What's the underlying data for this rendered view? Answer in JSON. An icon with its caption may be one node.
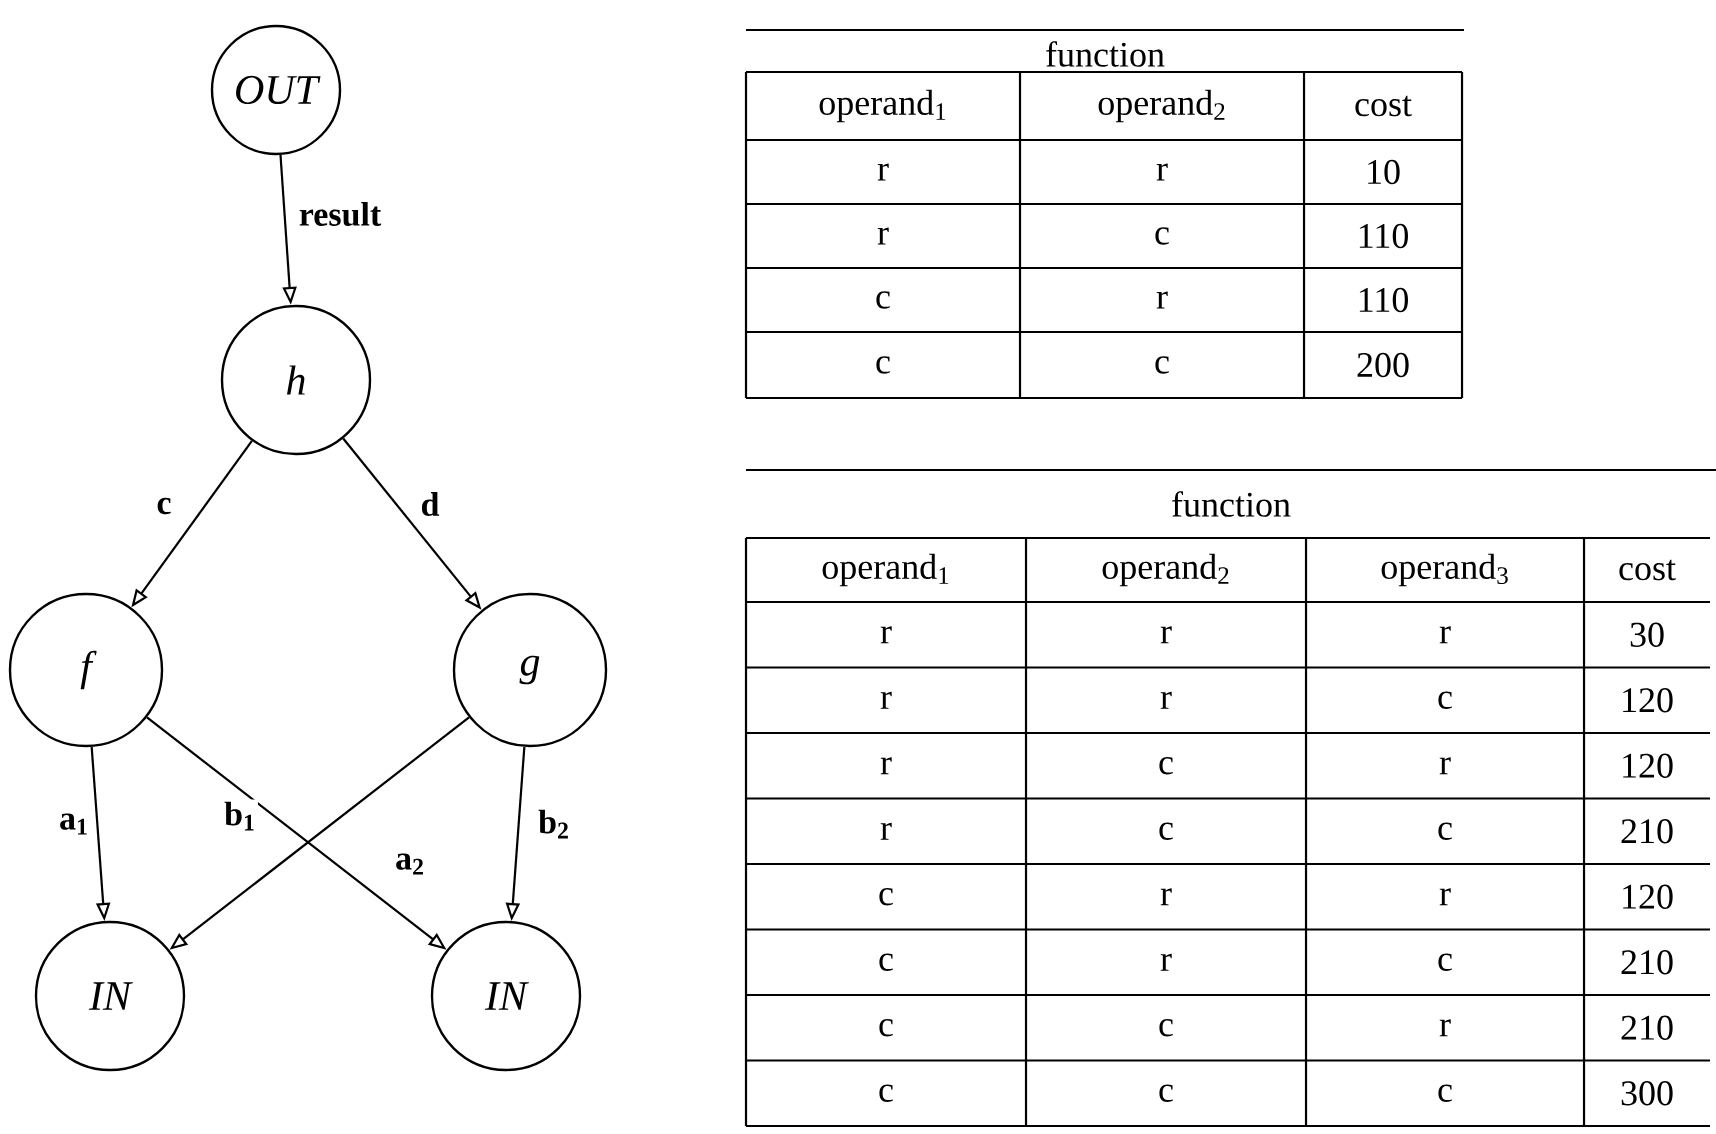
{
  "diagram": {
    "nodes": [
      {
        "text": [
          "OUT"
        ]
      },
      {
        "text": [
          "h"
        ]
      },
      {
        "text": [
          "f"
        ]
      },
      {
        "text": [
          "g"
        ]
      },
      {
        "text": [
          "IN"
        ]
      },
      {
        "text": [
          "IN"
        ]
      }
    ],
    "edges": [
      {
        "from": 0,
        "to": 1,
        "arrow": "to",
        "label": "result"
      },
      {
        "from": 1,
        "to": 2,
        "arrow": "to",
        "label": "c"
      },
      {
        "from": 1,
        "to": 3,
        "arrow": "to",
        "label": "d"
      },
      {
        "from": 2,
        "to": 4,
        "arrow": "to",
        "label": "a$_{1}$"
      },
      {
        "from": 2,
        "to": 5,
        "arrow": "to",
        "label": "b$_{1}$"
      },
      {
        "from": 3,
        "to": 4,
        "arrow": "to",
        "label": "a$_{2}$"
      },
      {
        "from": 3,
        "to": 5,
        "arrow": "to",
        "label": "b$_{2}$"
      }
    ],
    "labels": [
      "function",
      "operand$_{1}$",
      "operand$_{2}$",
      "cost",
      "r",
      "r",
      "10",
      "r",
      "c",
      "110",
      "c",
      "r",
      "110",
      "c",
      "c",
      "200",
      "function",
      "operand$_{1}$",
      "operand$_{2}$",
      "operand$_{3}$",
      "cost",
      "r",
      "r",
      "r",
      "30",
      "r",
      "r",
      "c",
      "120",
      "r",
      "c",
      "r",
      "120",
      "r",
      "c",
      "c",
      "210",
      "c",
      "r",
      "r",
      "120",
      "c",
      "r",
      "c",
      "210",
      "c",
      "c",
      "r",
      "210",
      "c",
      "c",
      "c",
      "300"
    ]
  }
}
